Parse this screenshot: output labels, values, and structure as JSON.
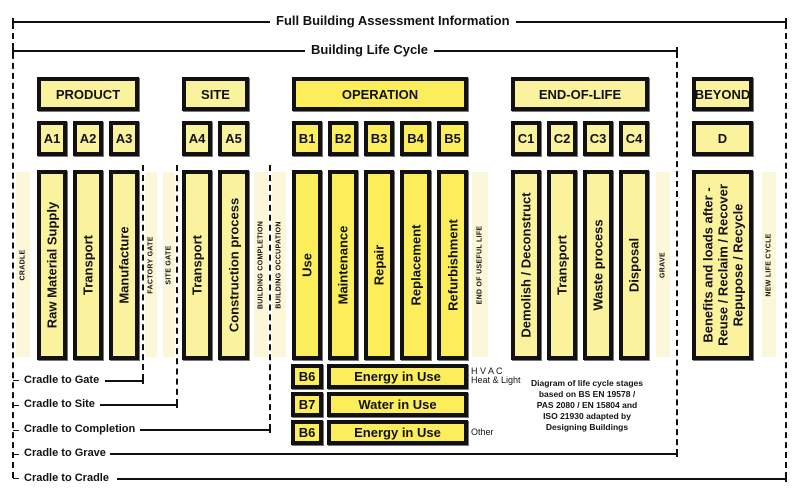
{
  "brackets": {
    "full_assessment": "Full Building Assessment Information",
    "life_cycle": "Building Life Cycle"
  },
  "colors": {
    "light_yellow": "#fbf29d",
    "bright_yellow": "#fbee5a",
    "strip": "#fdf7d9",
    "border": "#111111"
  },
  "stages": {
    "product": "PRODUCT",
    "site": "SITE",
    "operation": "OPERATION",
    "end_of_life": "END-OF-LIFE",
    "beyond": "BEYOND"
  },
  "modules": [
    {
      "code": "A1",
      "label": "Raw Material Supply"
    },
    {
      "code": "A2",
      "label": "Transport"
    },
    {
      "code": "A3",
      "label": "Manufacture"
    },
    {
      "code": "A4",
      "label": "Transport"
    },
    {
      "code": "A5",
      "label": "Construction process"
    },
    {
      "code": "B1",
      "label": "Use"
    },
    {
      "code": "B2",
      "label": "Maintenance"
    },
    {
      "code": "B3",
      "label": "Repair"
    },
    {
      "code": "B4",
      "label": "Replacement"
    },
    {
      "code": "B5",
      "label": "Refurbishment"
    },
    {
      "code": "C1",
      "label": "Demolish / Deconstruct"
    },
    {
      "code": "C2",
      "label": "Transport"
    },
    {
      "code": "C3",
      "label": "Waste process"
    },
    {
      "code": "C4",
      "label": "Disposal"
    },
    {
      "code": "D",
      "label_line1": "Benefits and loads after -",
      "label_line2": "Reuse / Reclaim / Recover",
      "label_line3": "Repupose / Recycle"
    }
  ],
  "milestones": {
    "cradle": "CRADLE",
    "factory_gate": "FACTORY GATE",
    "site_gate": "SITE GATE",
    "building_completion": "BUILDING COMPLETION",
    "building_occupation": "BUILDING OCCUPATION",
    "end_of_useful_life": "END OF USEFUL LIFE",
    "grave": "GRAVE",
    "new_life_cycle": "NEW LIFE CYCLE"
  },
  "operational": [
    {
      "code": "B6",
      "label": "Energy in Use",
      "note_line1": "H V A C",
      "note_line2": "Heat & Light"
    },
    {
      "code": "B7",
      "label": "Water in Use"
    },
    {
      "code": "B6",
      "label": "Energy in Use",
      "note_line1": "Other"
    }
  ],
  "scopes": [
    "Cradle to Gate",
    "Cradle to Site",
    "Cradle to Completion",
    "Cradle to Grave",
    "Cradle to Cradle"
  ],
  "caption": {
    "line1": "Diagram of life cycle stages",
    "line2": "based on BS EN 19578 /",
    "line3": "PAS 2080 /  EN 15804 and",
    "line4": "ISO 21930 adapted by",
    "line5": "Designing Buildings"
  }
}
